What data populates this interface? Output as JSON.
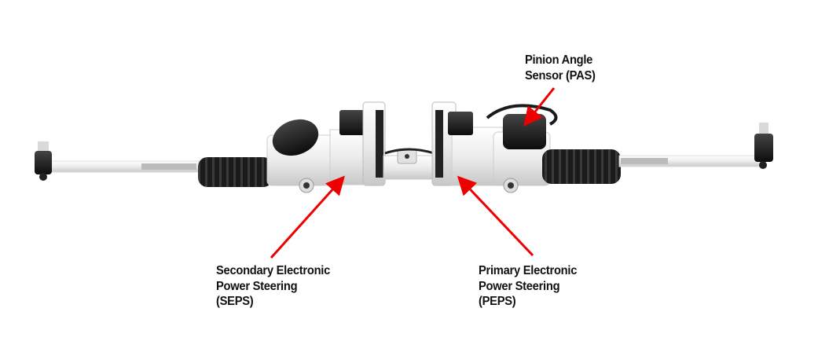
{
  "labels": {
    "pas": {
      "lines": [
        "Pinion Angle",
        "Sensor (PAS)"
      ]
    },
    "seps": {
      "lines": [
        "Secondary Electronic",
        "Power Steering",
        "(SEPS)"
      ]
    },
    "peps": {
      "lines": [
        "Primary Electronic",
        "Power Steering",
        "(PEPS)"
      ]
    }
  },
  "colors": {
    "arrow": "#ee0000",
    "bellows": "#1a1a1a",
    "housing": "#e8e8e8"
  }
}
